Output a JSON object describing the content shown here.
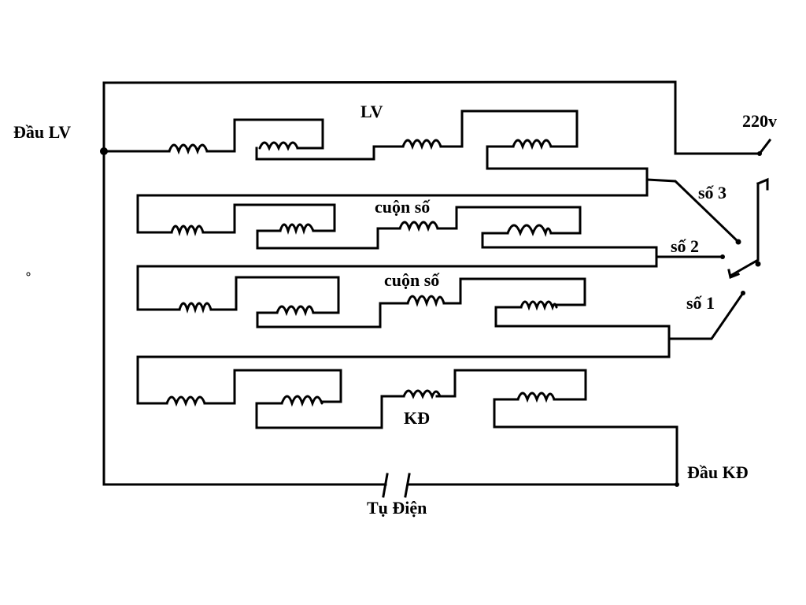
{
  "labels": {
    "dau_lv": "Đầu LV",
    "lv": "LV",
    "v220": "220v",
    "so3": "số 3",
    "so2": "số 2",
    "so1": "số 1",
    "cuon_so_a": "cuộn số",
    "cuon_so_b": "cuộn số",
    "kd": "KĐ",
    "dau_kd": "Đầu KĐ",
    "tu_dien": "Tụ Điện"
  }
}
